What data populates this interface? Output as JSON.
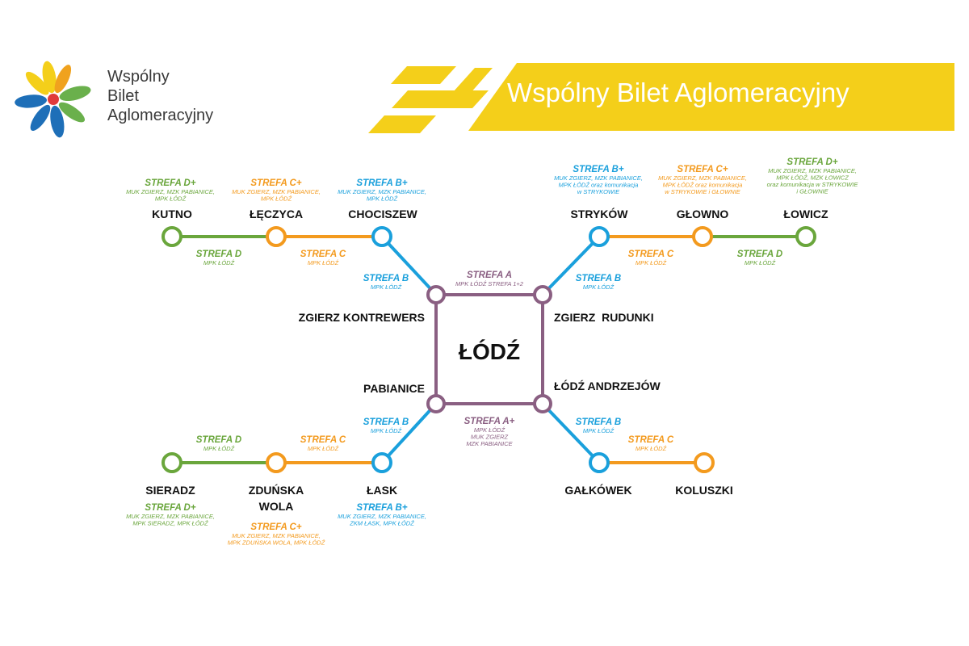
{
  "brand": {
    "logo_lines": [
      "Wspólny",
      "Bilet",
      "Aglomeracyjny"
    ],
    "banner_title": "Wspólny Bilet Aglomeracyjny"
  },
  "colors": {
    "zone_a": "#8a5f82",
    "zone_b": "#1aa0dc",
    "zone_c": "#f39a1e",
    "zone_d": "#6aa63c",
    "banner_yellow": "#f4cf1a",
    "logo_blue": "#1e6fb8",
    "logo_orange": "#f0a21e",
    "logo_green": "#6ab04c",
    "logo_yellow": "#f4cf1a",
    "logo_red": "#e03b3b"
  },
  "center": {
    "label": "ŁÓDŹ"
  },
  "stations": {
    "kutno": "KUTNO",
    "leczyca": "ŁĘCZYCA",
    "chociszew": "CHOCISZEW",
    "strykow": "STRYKÓW",
    "glowno": "GŁOWNO",
    "lowicz": "ŁOWICZ",
    "zgierz_kontrewers": "ZGIERZ KONTREWERS",
    "zgierz_rudunki": "ZGIERZ  RUDUNKI",
    "pabianice": "PABIANICE",
    "lodz_andrzejow": "ŁÓDŹ ANDRZEJÓW",
    "sieradz": "SIERADZ",
    "zdunska_wola": [
      "ZDUŃSKA",
      "WOLA"
    ],
    "lask": "ŁASK",
    "galkowek": "GAŁKÓWEK",
    "koluszki": "KOLUSZKI"
  },
  "zones": {
    "a_center": {
      "title": "STREFA A",
      "sub": [
        "MPK ŁÓDŹ STREFA 1+2"
      ]
    },
    "a_plus": {
      "title": "STREFA A+",
      "sub": [
        "MPK ŁÓDŹ",
        "MUK ZGIERZ",
        "MZK PABIANICE"
      ]
    },
    "nw_b": {
      "title": "STREFA B",
      "sub": [
        "MPK ŁÓDŹ"
      ]
    },
    "nw_c": {
      "title": "STREFA C",
      "sub": [
        "MPK ŁÓDŹ"
      ]
    },
    "nw_d": {
      "title": "STREFA D",
      "sub": [
        "MPK ŁÓDŹ"
      ]
    },
    "nw_b_plus": {
      "title": "STREFA B+",
      "sub": [
        "MUK ZGIERZ, MZK PABIANICE,",
        "MPK ŁÓDŹ"
      ]
    },
    "nw_c_plus": {
      "title": "STREFA C+",
      "sub": [
        "MUK ZGIERZ, MZK PABIANICE,",
        "MPK ŁÓDŹ"
      ]
    },
    "nw_d_plus": {
      "title": "STREFA D+",
      "sub": [
        "MUK ZGIERZ, MZK PABIANICE,",
        "MPK ŁÓDŹ"
      ]
    },
    "ne_b": {
      "title": "STREFA B",
      "sub": [
        "MPK ŁÓDŹ"
      ]
    },
    "ne_c": {
      "title": "STREFA C",
      "sub": [
        "MPK ŁÓDŹ"
      ]
    },
    "ne_d": {
      "title": "STREFA D",
      "sub": [
        "MPK ŁÓDŹ"
      ]
    },
    "ne_b_plus": {
      "title": "STREFA B+",
      "sub": [
        "MUK ZGIERZ, MZK PABIANICE,",
        "MPK ŁÓDŹ oraz komunikacja",
        "w STRYKOWIE"
      ]
    },
    "ne_c_plus": {
      "title": "STREFA C+",
      "sub": [
        "MUK ZGIERZ, MZK PABIANICE,",
        "MPK ŁÓDŹ oraz komunikacja",
        "w STRYKOWIE i GŁOWNIE"
      ]
    },
    "ne_d_plus": {
      "title": "STREFA D+",
      "sub": [
        "MUK ZGIERZ, MZK PABIANICE,",
        "MPK ŁÓDŹ, MZK ŁOWICZ",
        "oraz komunikacja  w STRYKOWIE",
        "i GŁOWNIE"
      ]
    },
    "sw_b": {
      "title": "STREFA B",
      "sub": [
        "MPK ŁÓDŹ"
      ]
    },
    "sw_c": {
      "title": "STREFA C",
      "sub": [
        "MPK ŁÓDŹ"
      ]
    },
    "sw_d": {
      "title": "STREFA D",
      "sub": [
        "MPK ŁÓDŹ"
      ]
    },
    "sw_b_plus": {
      "title": "STREFA B+",
      "sub": [
        "MUK ZGIERZ, MZK PABIANICE,",
        "ZKM ŁASK, MPK ŁÓDŹ"
      ]
    },
    "sw_c_plus": {
      "title": "STREFA C+",
      "sub": [
        "MUK ZGIERZ, MZK PABIANICE,",
        "MPK ZDUŃSKA WOLA, MPK ŁÓDŹ"
      ]
    },
    "sw_d_plus": {
      "title": "STREFA D+",
      "sub": [
        "MUK ZGIERZ, MZK PABIANICE,",
        "MPK SIERADZ, MPK ŁÓDŹ"
      ]
    },
    "se_b": {
      "title": "STREFA B",
      "sub": [
        "MPK ŁÓDŹ"
      ]
    },
    "se_c": {
      "title": "STREFA C",
      "sub": [
        "MPK ŁÓDŹ"
      ]
    }
  }
}
